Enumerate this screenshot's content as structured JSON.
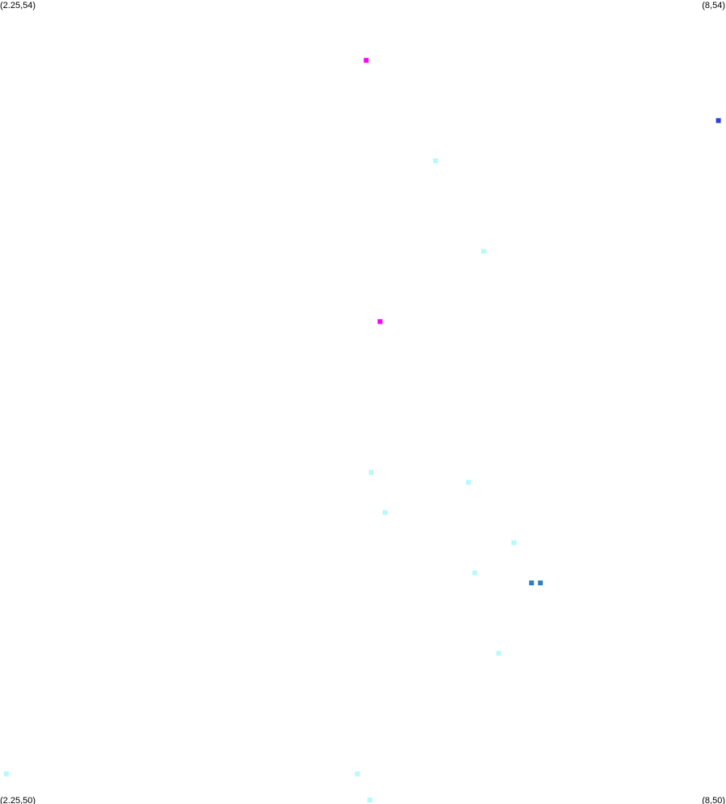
{
  "chart_data": {
    "type": "scatter",
    "title": "",
    "xlabel": "",
    "ylabel": "",
    "xlim": [
      2.25,
      8
    ],
    "ylim": [
      50,
      54
    ],
    "grid": false,
    "legend": "none",
    "corner_labels": {
      "top_left": "(2.25,54)",
      "top_right": "(8,54)",
      "bottom_left": "(2.25,50)",
      "bottom_right": "(8,50)"
    },
    "points": [
      {
        "x": 5.26,
        "y": 52.4,
        "color": "#ff00ff"
      },
      {
        "x": 7.94,
        "y": 53.4,
        "color": "#2e3fd9"
      },
      {
        "x": 5.15,
        "y": 53.7,
        "color": "#ff00ff"
      },
      {
        "x": 5.08,
        "y": 50.15,
        "color": "#b5fafc"
      },
      {
        "x": 5.19,
        "y": 51.65,
        "color": "#b5fafc"
      },
      {
        "x": 2.3,
        "y": 50.15,
        "color": "#b5fafc"
      },
      {
        "x": 5.18,
        "y": 50.02,
        "color": "#b5fafc"
      },
      {
        "x": 5.7,
        "y": 53.2,
        "color": "#b5fafc"
      },
      {
        "x": 5.3,
        "y": 51.45,
        "color": "#b5fafc"
      },
      {
        "x": 6.46,
        "y": 51.1,
        "color": "#2e7fc0"
      },
      {
        "x": 6.08,
        "y": 52.75,
        "color": "#b5fafc"
      },
      {
        "x": 6.53,
        "y": 51.1,
        "color": "#2e7fc0"
      },
      {
        "x": 5.96,
        "y": 51.6,
        "color": "#b5fafc"
      },
      {
        "x": 6.32,
        "y": 51.3,
        "color": "#b5fafc"
      },
      {
        "x": 6.01,
        "y": 51.15,
        "color": "#b5fafc"
      },
      {
        "x": 6.2,
        "y": 50.75,
        "color": "#b5fafc"
      }
    ]
  }
}
